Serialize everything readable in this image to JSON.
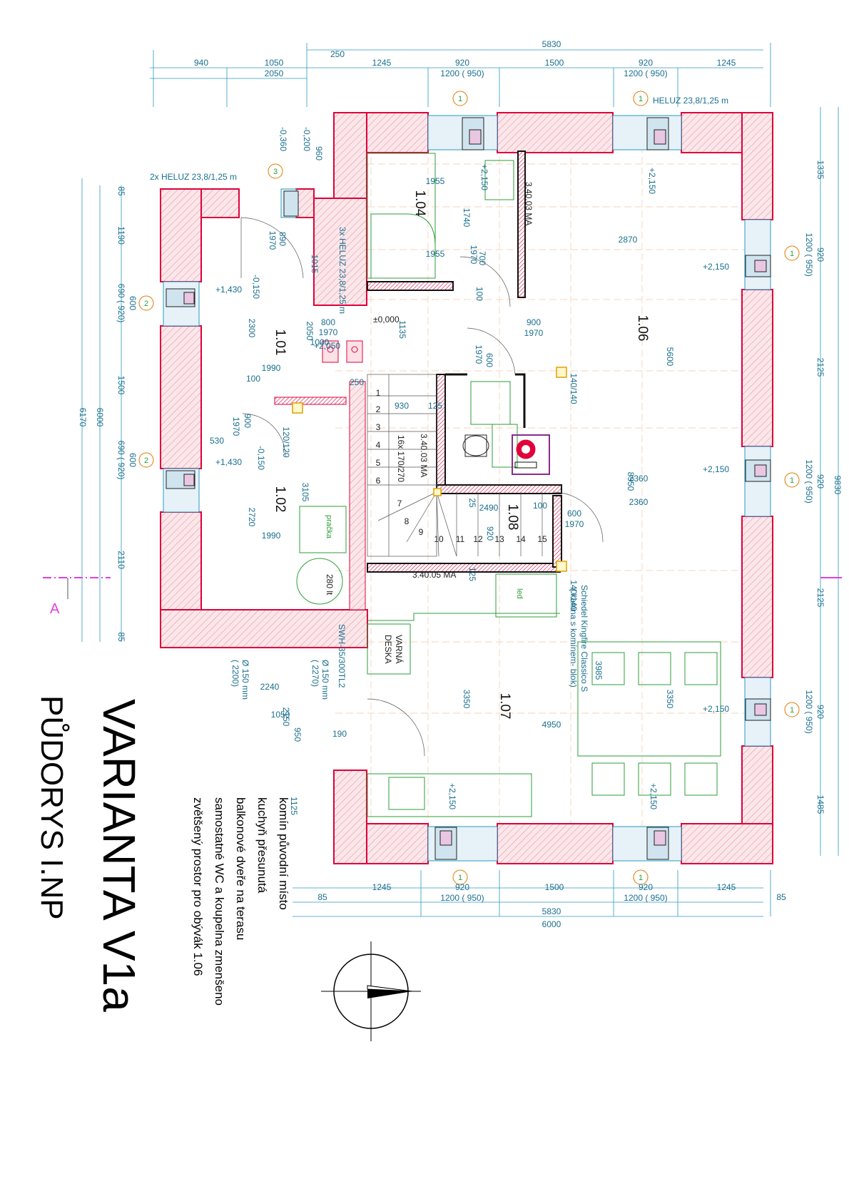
{
  "title": "VARIANTA V1a",
  "subtitle": "PŮDORYS I.NP",
  "notes": [
    "komín původní místo",
    "kuchyň přesunutá",
    "balkonové dveře na terasu",
    "samostatné WC a koupelna zmenšeno",
    "zvětšený  prostor  pro obývák 1.06"
  ],
  "rooms": {
    "r101": "1.01",
    "r102": "1.02",
    "r104": "1.04",
    "r106": "1.06",
    "r107": "1.07",
    "r108": "1.08"
  },
  "labels": {
    "heluz_top": "HELUZ 23,8/1,25 m",
    "heluz_2x": "2x HELUZ 23,8/1,25 m",
    "heluz_3x": "3x HELUZ 23,8/1,25 m",
    "ma_1": "3.40.03 MA",
    "ma_2": "3.40.03 MA",
    "ma_3": "3.40.05 MA",
    "stairs": "16x 170/270",
    "pracka": "pračka",
    "led": "led",
    "varna": "VARNÁ",
    "deska": "DESKA",
    "boiler": "280 lt",
    "swh": "SWH-35/300TL2",
    "schiedel_1": "Schiedel Kingfire Classico S",
    "schiedel_2": "( kamna s komínem- blok)",
    "pipe_1": "Ø 150 mm",
    "pipe_1b": "( 2200)",
    "pipe_2": "Ø 150 mm",
    "pipe_2b": "( 2270)",
    "zero": "±0,000",
    "section": "A"
  },
  "levels": [
    "+2,150",
    "+1,430",
    "-0,150",
    "-0,360",
    "-0,200",
    "+2,050"
  ],
  "dims_top": {
    "total": "5830",
    "d250": "250",
    "d940": "940",
    "d1050": "1050",
    "d2050": "2050",
    "d1245a": "1245",
    "d920a": "920",
    "d1200a": "1200 ( 950)",
    "d1500": "1500",
    "d920b": "920",
    "d1200b": "1200 ( 950)",
    "d1245b": "1245"
  },
  "dims_bottom": {
    "d85a": "85",
    "d1245a": "1245",
    "d920a": "920",
    "d1200a": "1200 ( 950)",
    "d1500": "1500",
    "d920b": "920",
    "d1200b": "1200 ( 950)",
    "d1245b": "1245",
    "d85b": "85",
    "total1": "5830",
    "total2": "6000"
  },
  "dims_right": [
    "1335",
    "920",
    "1200 ( 950)",
    "2125",
    "920",
    "1200 ( 950)",
    "2125",
    "920",
    "1200 ( 950)",
    "1485",
    "9830"
  ],
  "dims_left": [
    "85",
    "1190",
    "600",
    "690 ( 920)",
    "1500",
    "600",
    "690 ( 920)",
    "2110",
    "85",
    "6000",
    "6170"
  ],
  "dims_inner": [
    "1955",
    "1740",
    "1955",
    "2870",
    "700",
    "1970",
    "100",
    "900",
    "1970",
    "1135",
    "800",
    "1970",
    "1000",
    "2050",
    "2300",
    "1990",
    "100",
    "250",
    "930",
    "125",
    "600",
    "1970",
    "140/140",
    "5600",
    "8950",
    "2360",
    "2360",
    "2490",
    "600",
    "1970",
    "120/120",
    "900",
    "1970",
    "530",
    "3105",
    "2720",
    "1990",
    "890",
    "1970",
    "1015",
    "960",
    "3350",
    "3350",
    "3985",
    "4950",
    "2240",
    "1050",
    "2150",
    "950",
    "190",
    "1125",
    "140/140",
    "25",
    "920",
    "125",
    "100"
  ],
  "colors": {
    "wall": "#e0003a",
    "dim": "#1a6f8e",
    "furniture": "#2e9e3a",
    "marker": "#e07a00",
    "section": "#e040e0"
  }
}
